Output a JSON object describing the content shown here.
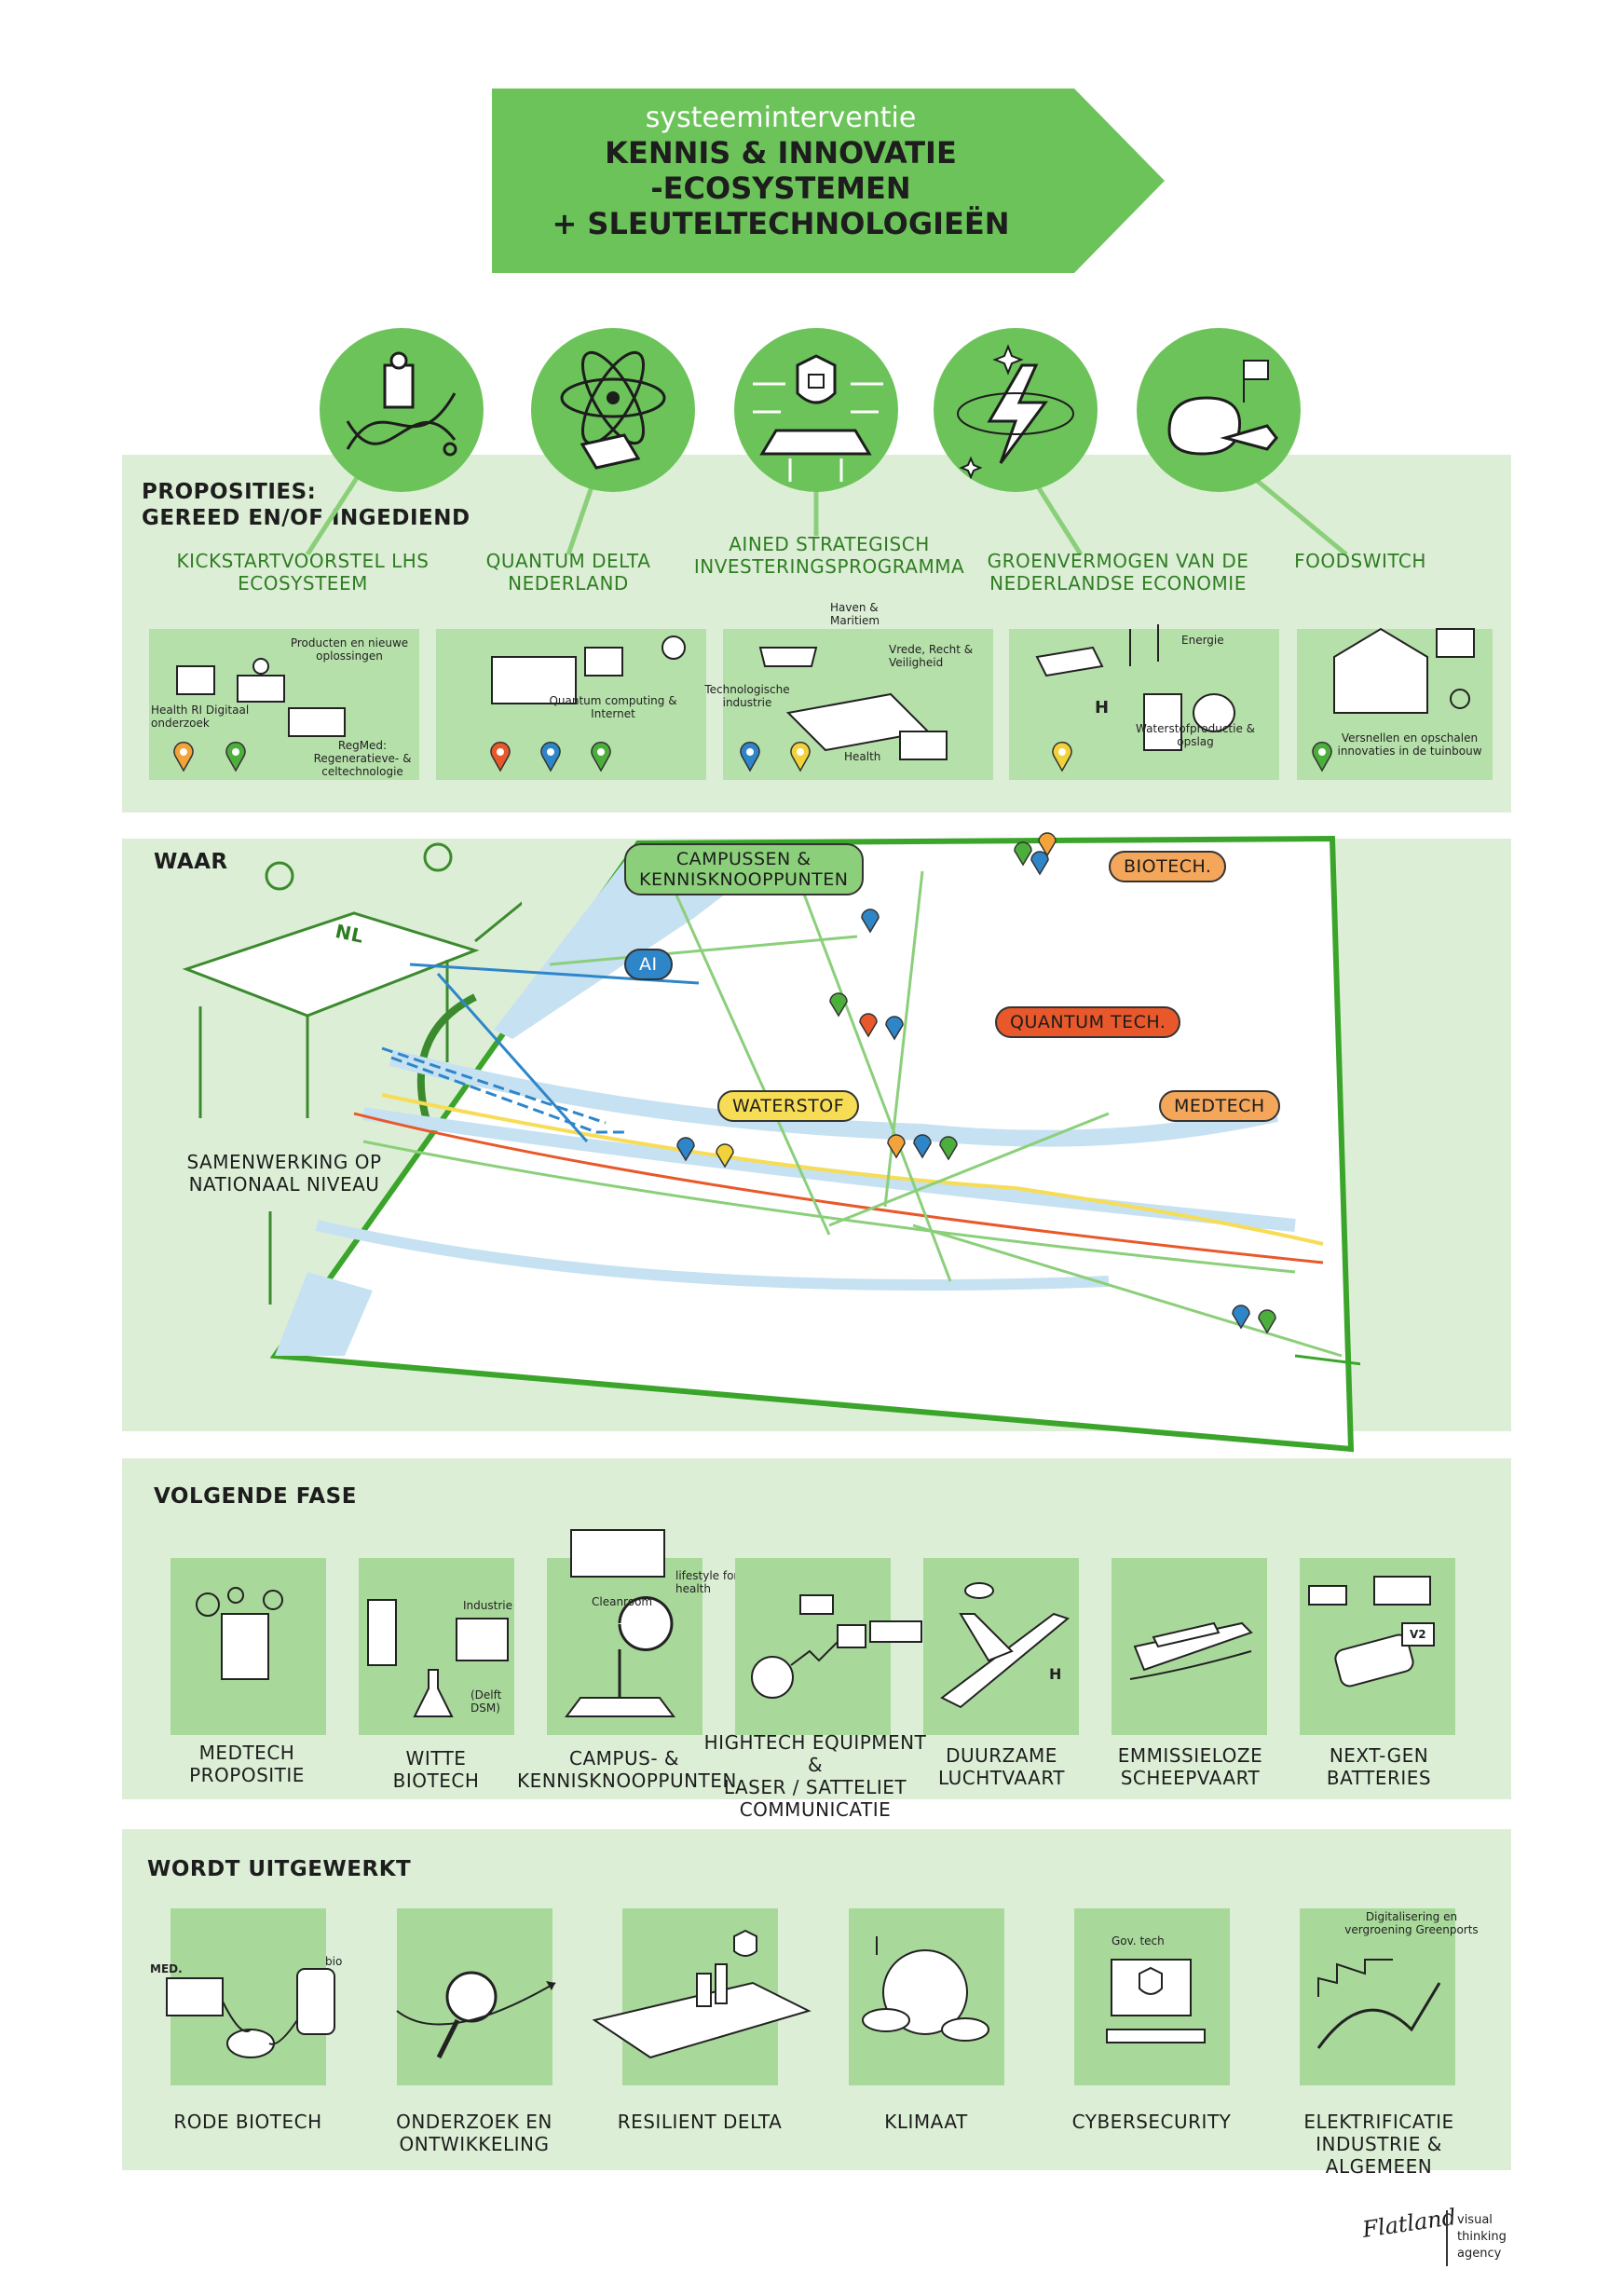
{
  "header": {
    "subtitle": "systeeminterventie",
    "title_line1": "KENNIS & INNOVATIE",
    "title_line2": "-ECOSYSTEMEN",
    "title_line3": "+ SLEUTELTECHNOLOGIEËN"
  },
  "proposities": {
    "heading_line1": "PROPOSITIES:",
    "heading_line2": "GEREED EN/OF INGEDIEND",
    "items": [
      {
        "title_line1": "KICKSTARTVOORSTEL LHS",
        "title_line2": "ECOSYSTEEM",
        "icon": "dna-microscope-icon",
        "labels": [
          "Producten en nieuwe oplossingen",
          "Health RI Digitaal onderzoek",
          "RegMed: Regeneratieve- & celtechnologie"
        ],
        "pins": [
          "#f2a33a",
          "#4caf3c"
        ]
      },
      {
        "title_line1": "QUANTUM DELTA",
        "title_line2": "NEDERLAND",
        "icon": "atom-icon",
        "labels": [
          "Quantum computing & Internet"
        ],
        "pins": [
          "#e8582a",
          "#2e86c9",
          "#4caf3c"
        ]
      },
      {
        "title_line1": "AiNed STRATEGISCH",
        "title_line2": "INVESTERINGSPROGRAMMA",
        "icon": "ai-laptop-shield-icon",
        "labels": [
          "Haven & Maritiem",
          "Vrede, Recht & Veiligheid",
          "Technologische industrie",
          "Health"
        ],
        "pins": [
          "#2e86c9",
          "#f2d23a"
        ]
      },
      {
        "title_line1": "GROENVERMOGEN VAN DE",
        "title_line2": "NEDERLANDSE ECONOMIE",
        "icon": "lightning-icon",
        "labels": [
          "Energie",
          "Waterstofproductie & opslag"
        ],
        "pins": [
          "#f2d23a"
        ]
      },
      {
        "title_line1": "FOODSWITCH",
        "title_line2": "",
        "icon": "food-icon",
        "labels": [
          "Versnellen en opschalen innovaties in de tuinbouw"
        ],
        "pins": [
          "#4caf3c"
        ]
      }
    ]
  },
  "waar": {
    "heading": "WAAR",
    "collab_line1": "SAMENWERKING OP",
    "collab_line2": "NATIONAAL NIVEAU",
    "table_label": "NL",
    "map_tags": {
      "campus_line1": "CAMPUSSEN &",
      "campus_line2": "KENNISKNOOPPUNTEN",
      "biotech": "BIOTECH.",
      "ai": "AI",
      "quantum": "QUANTUM TECH.",
      "waterstof": "WATERSTOF",
      "medtech": "MEDTECH"
    },
    "colors": {
      "campus": "#8bcf7a",
      "biotech": "#f4a65a",
      "ai": "#2e86c9",
      "quantum": "#e8582a",
      "waterstof": "#f7dc55",
      "medtech": "#f4a65a"
    }
  },
  "volgende_fase": {
    "heading": "VOLGENDE FASE",
    "items": [
      {
        "line1": "MEDTECH",
        "line2": "PROPOSITIE",
        "line3": "",
        "icon": "medtech-icon"
      },
      {
        "line1": "WITTE",
        "line2": "BIOTECH",
        "line3": "",
        "icon": "flask-icon"
      },
      {
        "line1": "CAMPUS- &",
        "line2": "KENNISKNOOPPUNTEN",
        "line3": "",
        "icon": "campus-pin-icon"
      },
      {
        "line1": "HIGHTECH EQUIPMENT &",
        "line2": "LASER / SATTELIET",
        "line3": "COMMUNICATIE",
        "icon": "satellite-icon"
      },
      {
        "line1": "DUURZAME",
        "line2": "LUCHTVAART",
        "line3": "",
        "icon": "airplane-icon"
      },
      {
        "line1": "EMMISSIELOZE",
        "line2": "SCHEEPVAART",
        "line3": "",
        "icon": "ship-icon"
      },
      {
        "line1": "NEXT-GEN",
        "line2": "BATTERIES",
        "line3": "",
        "icon": "battery-icon"
      }
    ],
    "annotations": {
      "industrie": "Industrie",
      "delft": "(Delft DSM)",
      "cleanroom": "Cleanroom",
      "lifestyle": "lifestyle for health",
      "h2": "H",
      "v2": "V2"
    }
  },
  "wordt_uitgewerkt": {
    "heading": "WORDT UITGEWERKT",
    "items": [
      {
        "line1": "RODE BIOTECH",
        "line2": "",
        "icon": "biotech-med-icon"
      },
      {
        "line1": "ONDERZOEK EN",
        "line2": "ONTWIKKELING",
        "icon": "magnifier-icon"
      },
      {
        "line1": "RESILIENT DELTA",
        "line2": "",
        "icon": "delta-city-icon"
      },
      {
        "line1": "KLIMAAT",
        "line2": "",
        "icon": "globe-clouds-icon"
      },
      {
        "line1": "CYBERSECURITY",
        "line2": "",
        "icon": "computer-shield-icon"
      },
      {
        "line1": "ELEKTRIFICATIE",
        "line2": "INDUSTRIE & ALGEMEEN",
        "icon": "electric-greenport-icon"
      }
    ],
    "annotations": {
      "med": "MED.",
      "bio": "bio",
      "govtech": "Gov. tech",
      "greenports": "Digitalisering en vergroening Greenports"
    }
  },
  "footer": {
    "logo": "Flatland",
    "tag_line1": "visual",
    "tag_line2": "thinking",
    "tag_line3": "agency"
  }
}
